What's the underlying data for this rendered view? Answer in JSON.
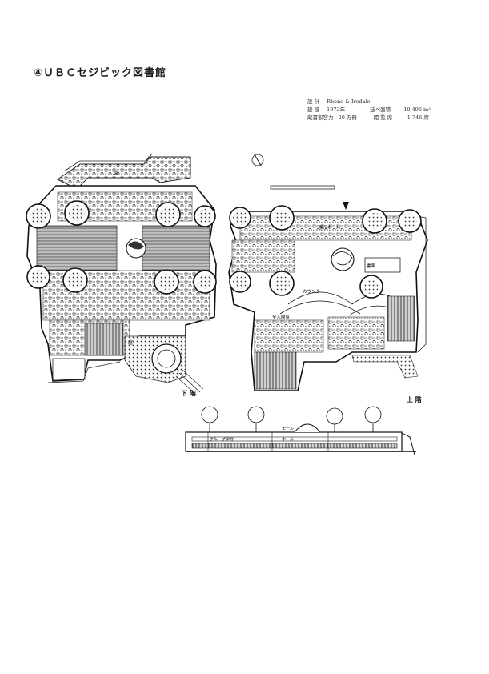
{
  "page": {
    "title": "④ＵＢＣセジビック図書館"
  },
  "specs": {
    "rows": [
      {
        "k1": "設 計",
        "v1": "Rhone & Iredale",
        "k2": "",
        "v2": ""
      },
      {
        "k1": "建 設",
        "v1": "1972年",
        "k2": "延べ面積",
        "v2": "10,496 m²"
      },
      {
        "k1": "蔵書収容力",
        "v1": "20 万冊",
        "k2": "閲 覧 席",
        "v2": "1,746 席"
      }
    ]
  },
  "plans": {
    "lower_label": "下 階",
    "upper_label": "上 階"
  },
  "room_labels": {
    "lower_top": "園",
    "lower_mid": "庭",
    "upper_hall": "展示ホール",
    "upper_counter": "カウンター",
    "upper_reading": "全人閲覧",
    "upper_books": "書庫",
    "section_hall": "ホール",
    "section_group": "グループ学習",
    "section_mall": "モール"
  },
  "colors": {
    "ink": "#1a1a1a",
    "paper": "#ffffff"
  }
}
